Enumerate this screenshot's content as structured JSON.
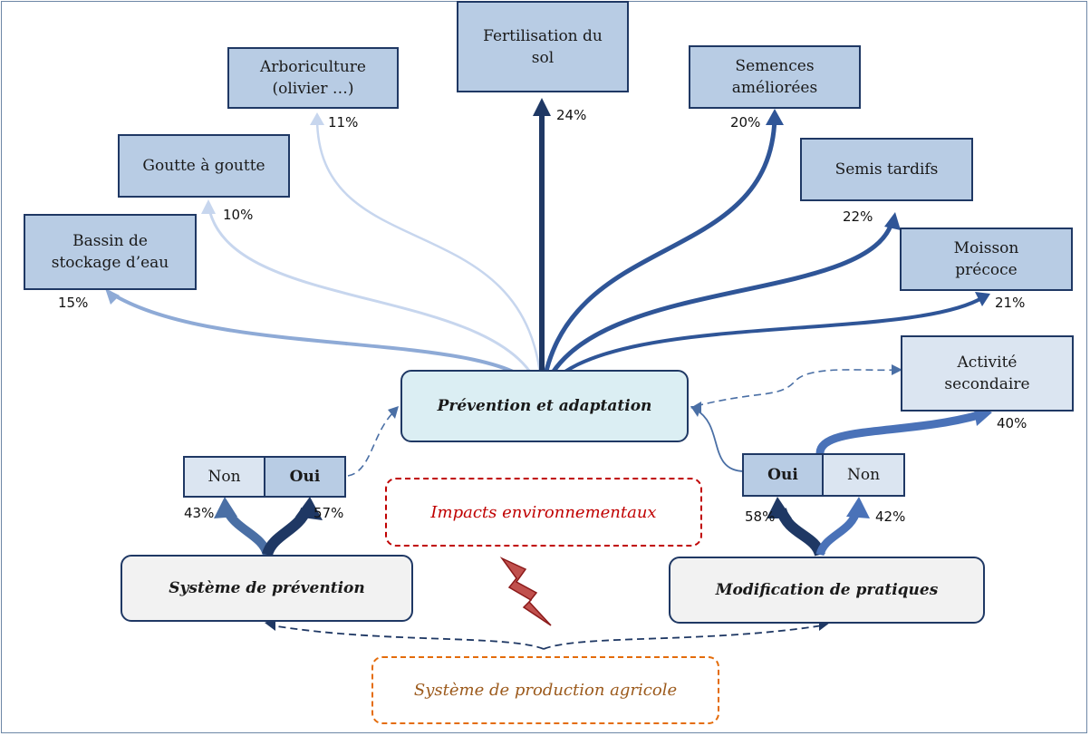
{
  "colors": {
    "dark": "#1f3864",
    "mid": "#2f5597",
    "medium": "#4a6fa5",
    "light": "#8eaad6",
    "pale": "#b4c7e7",
    "red": "#c00000",
    "orange": "#e46c0a",
    "brown": "#9c5a1c"
  },
  "outcomes": [
    {
      "id": "bassin",
      "lines": [
        "Bassin de",
        "stockage d’eau"
      ],
      "percent": "15%"
    },
    {
      "id": "goutte",
      "lines": [
        "Goutte à goutte"
      ],
      "percent": "10%"
    },
    {
      "id": "arbo",
      "lines": [
        "Arboriculture",
        "(olivier …)"
      ],
      "percent": "11%"
    },
    {
      "id": "fertil",
      "lines": [
        "Fertilisation du",
        "sol"
      ],
      "percent": "24%"
    },
    {
      "id": "semences",
      "lines": [
        "Semences",
        "améliorées"
      ],
      "percent": "20%"
    },
    {
      "id": "semis",
      "lines": [
        "Semis tardifs"
      ],
      "percent": "22%"
    },
    {
      "id": "moisson",
      "lines": [
        "Moisson",
        "précoce"
      ],
      "percent": "21%"
    }
  ],
  "center": {
    "label": "Prévention et adaptation"
  },
  "secondary": {
    "lines": [
      "Activité",
      "secondaire"
    ],
    "percent": "40%"
  },
  "left_choice": {
    "non": "Non",
    "oui": "Oui",
    "non_pct": "43%",
    "oui_pct": "57%"
  },
  "right_choice": {
    "oui": "Oui",
    "non": "Non",
    "oui_pct": "58%",
    "non_pct": "42%"
  },
  "prevention_system": {
    "label": "Système de prévention"
  },
  "practice_change": {
    "label": "Modification de pratiques"
  },
  "impacts": {
    "label": "Impacts environnementaux"
  },
  "production": {
    "label": "Système de production agricole"
  }
}
